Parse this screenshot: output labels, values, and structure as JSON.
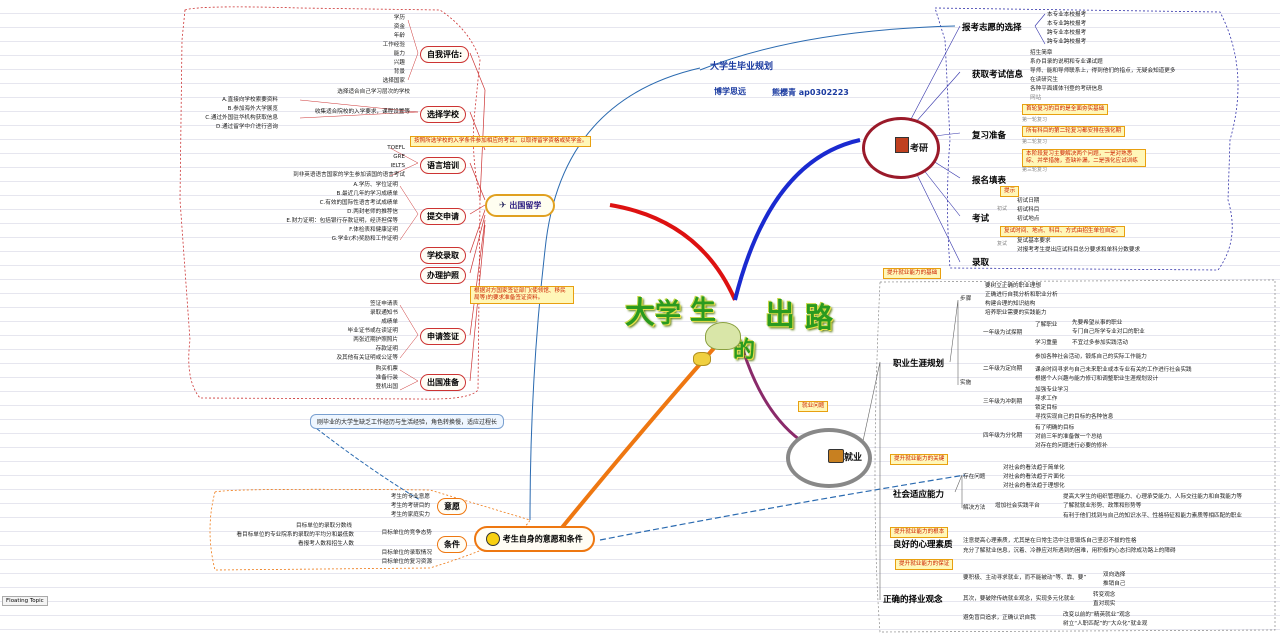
{
  "center": {
    "chars": [
      "大",
      "学",
      "生",
      "的",
      "出",
      "路"
    ]
  },
  "headers": {
    "plan": "大学生毕业规划",
    "brand": "博学思远",
    "author": "熊樱青 ap0302223"
  },
  "floating_topic": "Floating Topic",
  "callout_left": "刚毕业的大学生缺乏工作经历与生活经验，角色转换慢，适应过程长",
  "abroad": {
    "title": "出国留学",
    "self": {
      "title": "自我评估:",
      "items": [
        "学历",
        "资金",
        "年龄",
        "工作经验",
        "能力",
        "兴趣",
        "背景",
        "选择国家"
      ]
    },
    "school": {
      "title": "选择学校",
      "left": [
        "选择适合自己学习层次的学校",
        "收集适合院校的入学要求，课程设置等"
      ],
      "items": [
        "A.直接向学校索要资料",
        "B.参加海外大学展览",
        "C.通过外国驻华机构获取信息",
        "D.通过留学中介进行咨询"
      ]
    },
    "note1": "按照所选学校的入学条件参加相应的考试，以取得留学资格或奖学金。",
    "lang": {
      "title": "语言培训",
      "items": [
        "TOEFL",
        "GRE",
        "IELTS",
        "到非英语语言国家的学生参加该国的语言考试"
      ]
    },
    "apply": {
      "title": "提交申请",
      "items": [
        "A.学历、学位证明",
        "B.最近几年的学习成绩单",
        "C.有效的国际性语言考试成绩单",
        "D.两封老师的推荐信",
        "E.财力证明：包括银行存款证明，经济担保等",
        "F.体检表和健康证明",
        "G.学业(术)奖励和工作证明"
      ]
    },
    "admit": "学校录取",
    "visa_proc": "办理护照",
    "note2": "根据对方国家签证部门(使领馆、移民局等)的要求准备签证资料。",
    "visa": {
      "title": "申请签证",
      "items": [
        "签证申请表",
        "录取通知书",
        "成绩单",
        "毕业证书或在读证明",
        "两张近期护照照片",
        "存款证明",
        "及其他有关证明或公证等"
      ]
    },
    "depart": {
      "title": "出国准备",
      "items": [
        "购买机票",
        "准备行装",
        "登机出国"
      ]
    }
  },
  "own": {
    "title": "考生自身的意愿和条件",
    "will": {
      "title": "意愿",
      "items": [
        "考生的专业意愿",
        "考生的考研目的",
        "考生的家庭实力"
      ]
    },
    "cond": {
      "title": "条件",
      "items": [
        "目标单位的录取分数线",
        "看目标单位的专业院系的录取的平均分和最低数",
        "看报考人数和招生人数",
        "目标单位的竞争态势",
        "目标单位的录取情况",
        "目标单位的复习资源"
      ]
    }
  },
  "kaoyan": {
    "title": "考研",
    "choose": {
      "title": "报考志愿的选择",
      "items": [
        "本专业本校报考",
        "本专业跨校报考",
        "跨专业本校报考",
        "跨专业跨校报考"
      ]
    },
    "info": {
      "title": "获取考试信息",
      "items": [
        "招生简章",
        "系办目录的说明和专业课试题",
        "导师、能和导师联系上，得到他们的指点，无疑会知道更多",
        "在读研究生",
        "各种平面媒体刊登的考研信息",
        "网站"
      ]
    },
    "prep": {
      "title": "复习准备",
      "box1": "首轮复习的目的是全面夯实基础",
      "sub1": "第一轮复习",
      "box2": "所有科目的第二轮复习都安排在强化期",
      "sub2": "第二轮复习",
      "box3": "本阶段复习主要解决两个问题，一是对熟悉综、并举措施，查缺补漏，二是强化应试训练",
      "sub3": "第三轮复习"
    },
    "register": {
      "title": "报名填表"
    },
    "exam": {
      "title": "考试",
      "tip": "提示",
      "items": [
        "初试日期",
        "初试科目",
        "初试地点"
      ],
      "box": "复试时间、地点、科目、方式由招生单位自定。",
      "left_label": "初试",
      "left_label2": "复试",
      "items2": [
        "复试基本要求",
        "对报考考生提出应试科目总分要求和单科分数要求"
      ]
    },
    "admit": {
      "title": "录取"
    }
  },
  "job": {
    "title": "就业",
    "tag1": "就业问题",
    "career": {
      "tag": "提升就业能力的基础",
      "title": "职业生涯规划",
      "steps_label": "步骤",
      "steps": [
        "要树立正确的职业理想",
        "正确进行自我分析和职业分析",
        "构建合理的知识结构",
        "培养职业需要的实践能力"
      ],
      "impl_label": "实施",
      "y1": {
        "title": "一年级为试探期",
        "items": [
          "了解职业",
          "学习重量"
        ],
        "sub": [
          "先要希望从事的职业",
          "专门自己所学专业对口的职业",
          "不宜过多参加实践活动"
        ]
      },
      "y2": {
        "title": "二年级为定向期",
        "items": [
          "参加各种社会活动，锻炼自己的实际工作能力",
          "课余时间寻求与自己未来职业或本专业有关的工作进行社会实践",
          "根据个人兴趣与能力修订和调整职业生涯规划设计"
        ]
      },
      "y3": {
        "title": "三年级为冲刺期",
        "items": [
          "加强专业学习",
          "寻求工作",
          "锁定目标",
          "寻找实现自己的目标的各种信息"
        ]
      },
      "y4": {
        "title": "四年级为分化期",
        "items": [
          "有了明确的目标",
          "对前三年的准备做一个总结",
          "对存在的问题进行必要的修补"
        ]
      }
    },
    "social": {
      "tag": "提升就业能力的关键",
      "title": "社会适应能力",
      "exist_label": "存在问题",
      "exist": [
        "对社会的看法趋于简单化",
        "对社会的看法趋于片面化",
        "对社会的看法趋于理想化"
      ],
      "solve_label": "解决方法",
      "solve_mid": "增加社会实践平台",
      "solve": [
        "提高大学生的组织管理能力、心理承受能力、人际交往能力和自我能力等",
        "了解就就业形势、政策和形势等",
        "有利于他们找到与自己的知识水平、性格特征和能力素质等相匹配的职业"
      ]
    },
    "mind": {
      "tag": "提升就业能力的根本",
      "title": "良好的心理素质",
      "items": [
        "注意提高心理素质，尤其是在日常生活中注意锻炼自己坚忍不拔的性格",
        "充分了解就业信息，沉着、冷静应对所遇到的困难，用积极的心态扫除成功路上的障碍"
      ]
    },
    "view": {
      "tag": "提升就业能力的保证",
      "title": "正确的择业观念",
      "l1": "要积极、主动寻求就业，而不能被动“等、靠、要”",
      "l1s": [
        "双向选择",
        "推销自己"
      ],
      "l2": "其次，要破除传统就业观念，实现多元化就业",
      "l2s": [
        "转变观念",
        "直对现实"
      ],
      "l3": "避免盲目追求，正确认识自我",
      "l3s": [
        "改变以前的“精英就业”观念",
        "树立“人职匹配”的“大众化”就业观"
      ]
    }
  },
  "colors": {
    "red": "#dd1111",
    "blue": "#1a2ad0",
    "orange": "#ee7711",
    "purple": "#8a2a6a",
    "green": "#2a9a20",
    "dashblue": "#2a6ab0"
  }
}
